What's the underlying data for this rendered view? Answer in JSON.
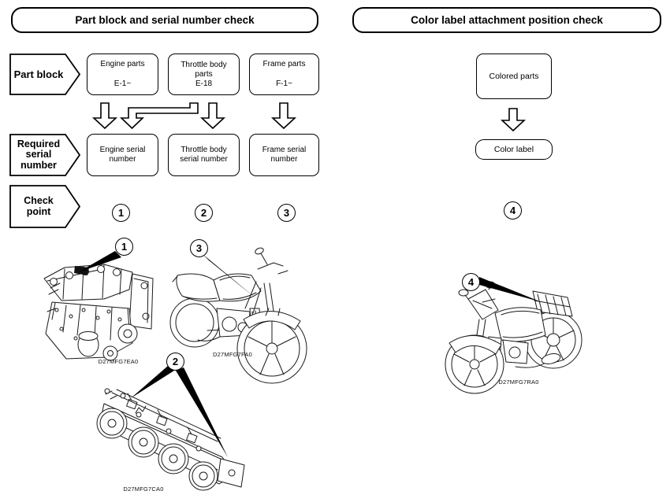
{
  "left": {
    "title": "Part block and serial number check",
    "labels": {
      "row1": "Part block",
      "row2": [
        "Required",
        "serial",
        "number"
      ],
      "row3": [
        "Check",
        "point"
      ]
    },
    "part_blocks": [
      {
        "line1": "Engine parts",
        "line2": "",
        "code": "E-1~"
      },
      {
        "line1": "Throttle body",
        "line2": "parts",
        "code": "E-18"
      },
      {
        "line1": "Frame parts",
        "line2": "",
        "code": "F-1~"
      }
    ],
    "serials": [
      {
        "line1": "Engine serial",
        "line2": "number"
      },
      {
        "line1": "Throttle body",
        "line2": "serial number"
      },
      {
        "line1": "Frame serial",
        "line2": "number"
      }
    ],
    "check_points": [
      "1",
      "2",
      "3"
    ]
  },
  "right": {
    "title": "Color label attachment position check",
    "source_box": "Colored parts",
    "target_box": "Color label",
    "check_point": "4"
  },
  "figures": {
    "engine": {
      "callout": "1",
      "caption": "D27MFG7EA0"
    },
    "motorcycle_front": {
      "callout": "3",
      "caption": "D27MFG7FA0"
    },
    "throttle_body": {
      "callout": "2",
      "caption": "D27MFG7CA0"
    },
    "motorcycle_rear": {
      "callout": "4",
      "caption": "D27MFG7RA0"
    }
  },
  "colors": {
    "line": "#000000",
    "background": "#ffffff"
  }
}
